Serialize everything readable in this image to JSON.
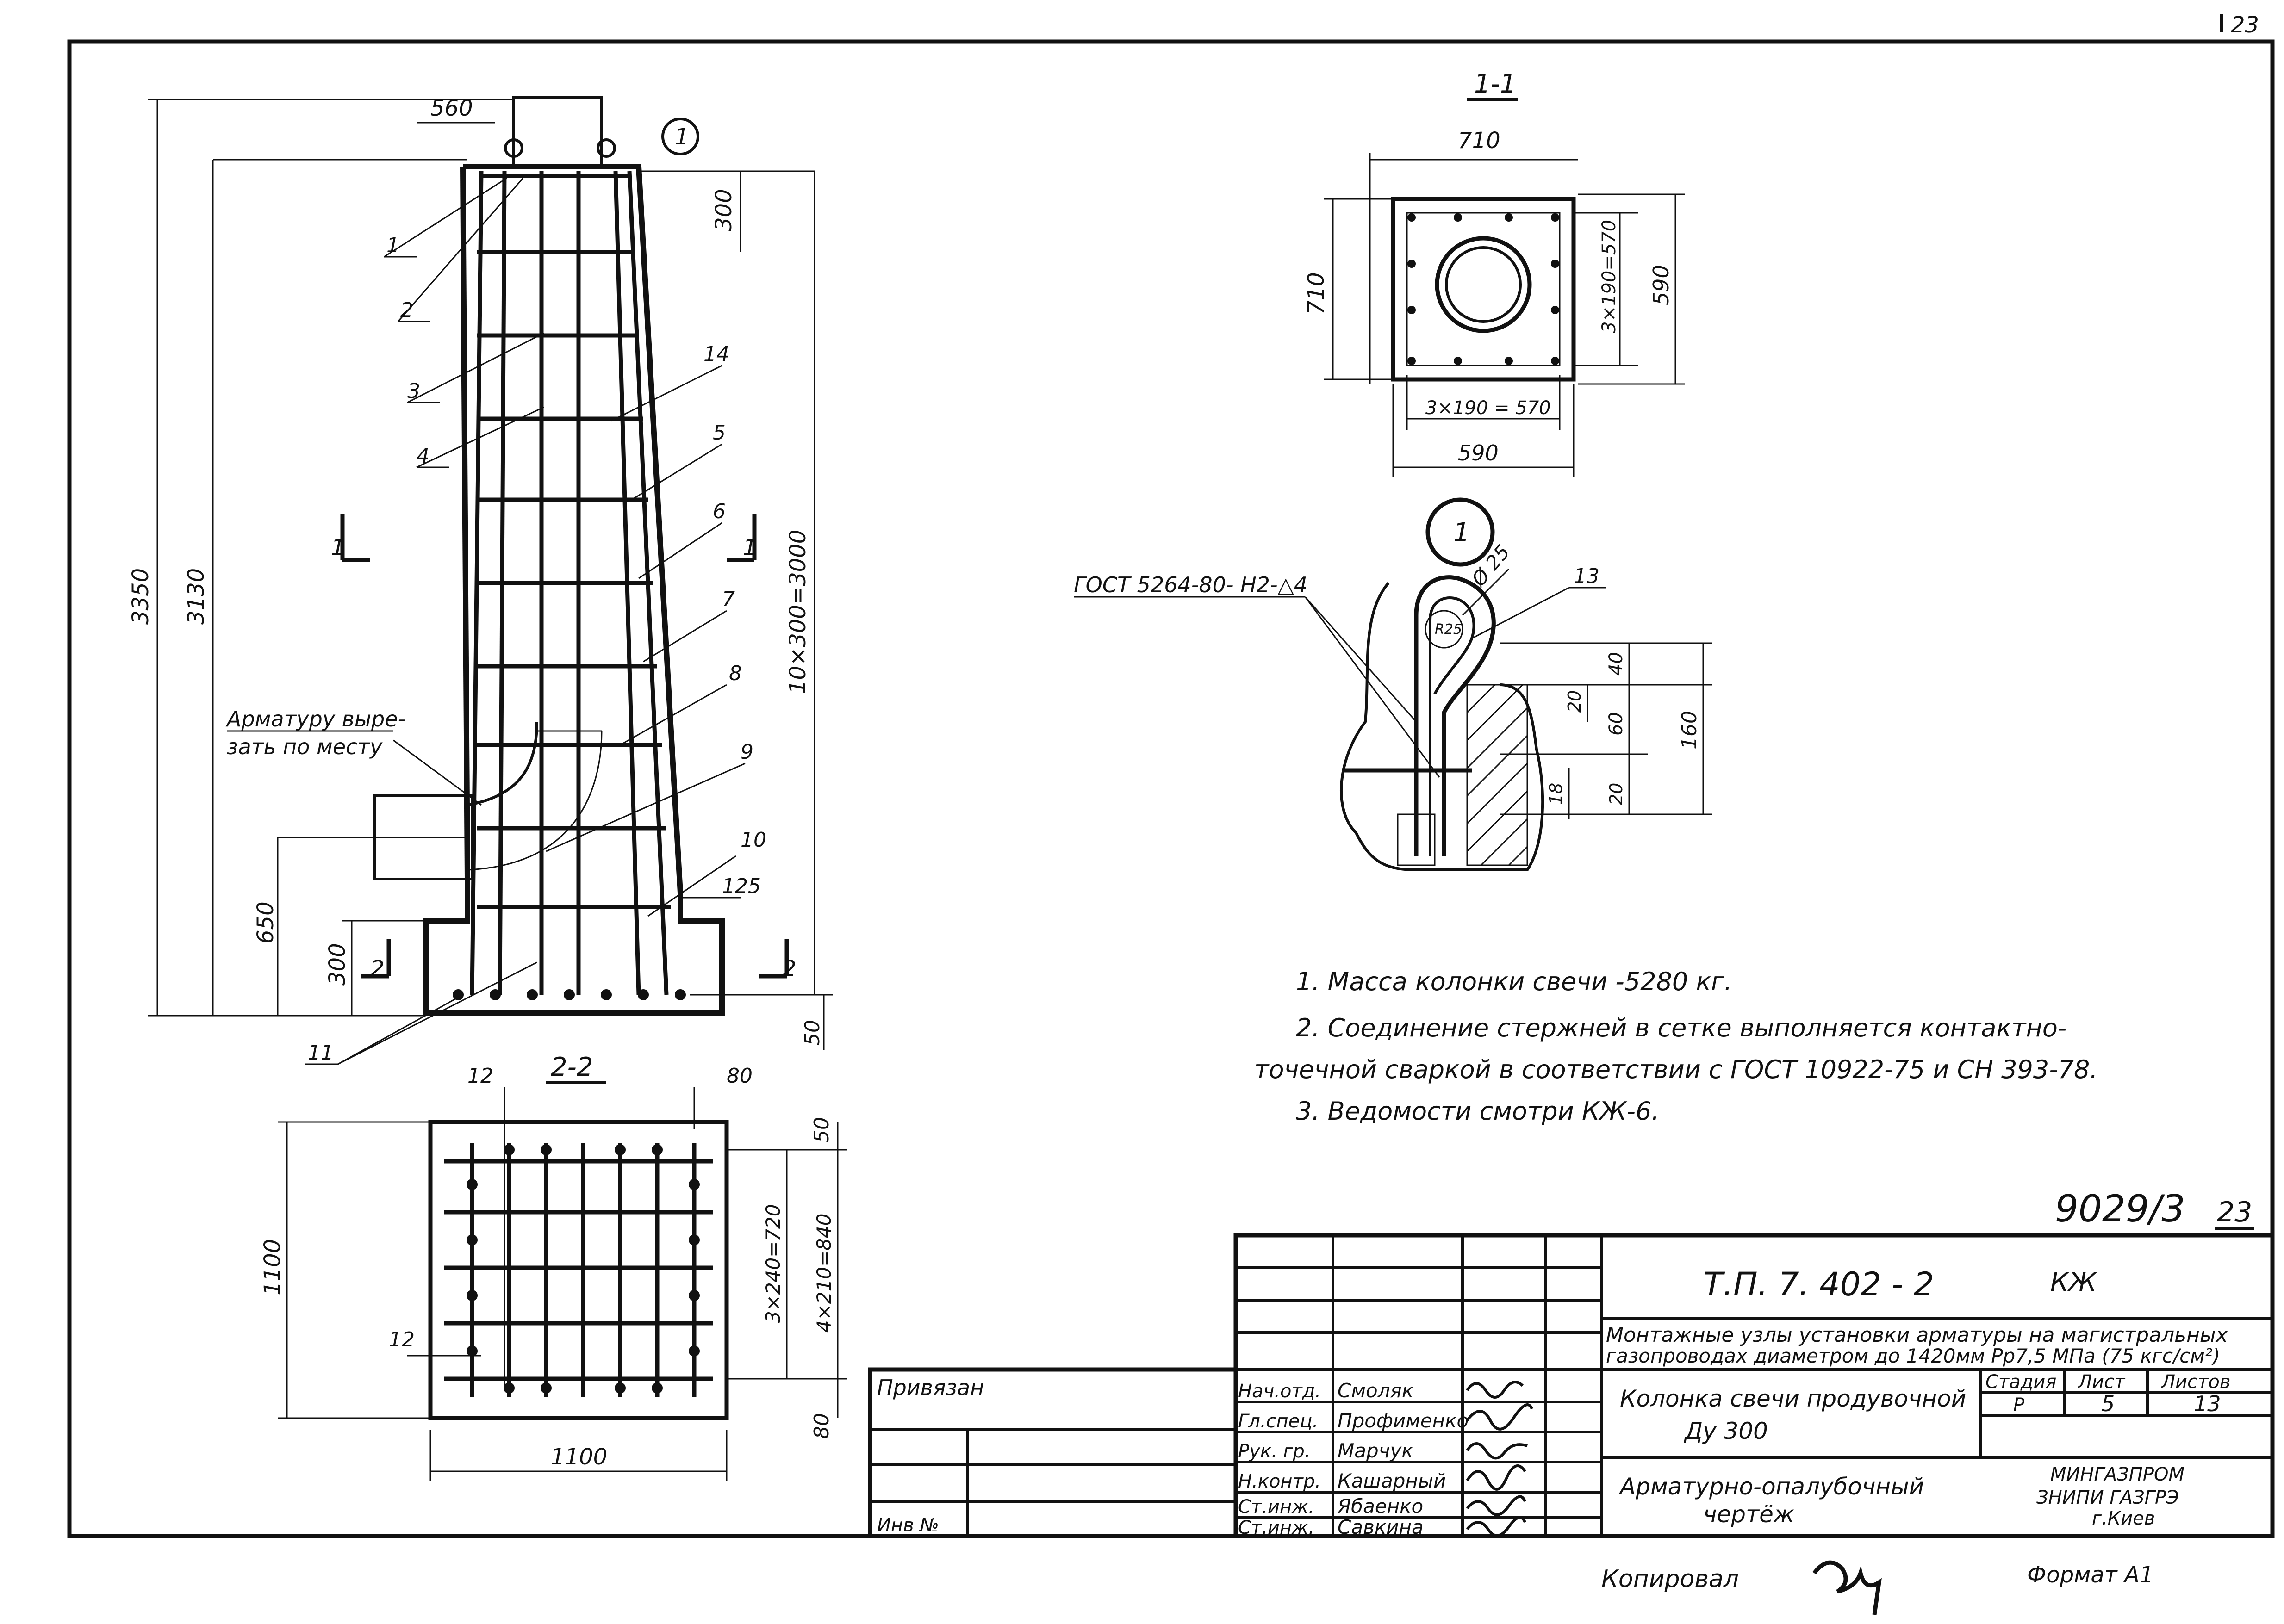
{
  "sheet_number_corner": "23",
  "drawing": {
    "elevation": {
      "dim_top_width": "560",
      "dim_total_height": "3350",
      "dim_height_2": "3130",
      "dim_top_step": "300",
      "dim_rebar_pitch": "10×300=3000",
      "dim_pipe_axis": "650",
      "dim_base_step": "300",
      "dim_base_ledge": "125",
      "dim_bottom": "50",
      "callouts": [
        "1",
        "2",
        "3",
        "4",
        "5",
        "6",
        "7",
        "8",
        "9",
        "10",
        "11",
        "14"
      ],
      "cut_mark_left": "1",
      "cut_mark_right": "1",
      "cut_mark_left_2": "2",
      "cut_mark_right_2": "2",
      "node_mark": "1",
      "note_cut_rebar_line1": "Арматуру выре-",
      "note_cut_rebar_line2": "зать по месту"
    },
    "section_1_1": {
      "title": "1-1",
      "dim_top": "710",
      "dim_left": "710",
      "dim_right_inner": "3×190=570",
      "dim_right_outer": "590",
      "dim_bottom_inner": "3×190 = 570",
      "dim_bottom_outer": "590"
    },
    "node_1": {
      "title": "1",
      "standard_ref": "ГОСТ 5264-80- Н2-△4",
      "diameter": "Ø 25",
      "radius": "R25",
      "callout": "13",
      "dim_40": "40",
      "dim_60": "60",
      "dim_160": "160",
      "dim_20_top": "20",
      "dim_20_bottom": "20",
      "dim_18": "18"
    },
    "section_2_2": {
      "title": "2-2",
      "callout_12_top": "12",
      "callout_12_left": "12",
      "dim_top_right": "80",
      "dim_50": "50",
      "dim_pitch_a": "3×240=720",
      "dim_pitch_b": "4×210=840",
      "dim_80_bottom": "80",
      "dim_left": "1100",
      "dim_bottom": "1100"
    }
  },
  "notes": [
    "1. Масса колонки свечи -5280 кг.",
    "2. Соединение стержней в сетке выполняется контактно-",
    "точечной сваркой в соответствии с ГОСТ 10922-75 и СН 393-78.",
    "3. Ведомости смотри КЖ-6."
  ],
  "album_number": "9029/3",
  "album_sheet": "23",
  "title_block": {
    "project_code": "Т.П. 7. 402 - 2",
    "mark": "КЖ",
    "subject_line1": "Монтажные узлы установки арматуры на магистральных",
    "subject_line2": "газопроводах диаметром до 1420мм Рр7,5 МПа (75 кгс/см²)",
    "object_name_line1": "Колонка свечи продувочной",
    "object_name_line2": "Ду 300",
    "drawing_name_line1": "Арматурно-опалубочный",
    "drawing_name_line2": "чертёж",
    "col_stage": "Стадия",
    "col_sheet": "Лист",
    "col_sheets": "Листов",
    "stage_value": "Р",
    "sheet_value": "5",
    "sheets_value": "13",
    "organization_line1": "МИНГАЗПРОМ",
    "organization_line2": "ЗНИПИ ГАЗГРЭ",
    "organization_line3": "г.Киев",
    "linked_label": "Привязан",
    "inv_label": "Инв №",
    "signers": [
      {
        "role": "Нач.отд.",
        "name": "Смоляк"
      },
      {
        "role": "Гл.спец.",
        "name": "Профименко"
      },
      {
        "role": "Рук. гр.",
        "name": "Марчук"
      },
      {
        "role": "Н.контр.",
        "name": "Кашарный"
      },
      {
        "role": "Ст.инж.",
        "name": "Ябаенко"
      },
      {
        "role": "Ст.инж.",
        "name": "Савкина"
      }
    ]
  },
  "bottom_left_label": "Копировал",
  "bottom_right_label": "Формат А1"
}
